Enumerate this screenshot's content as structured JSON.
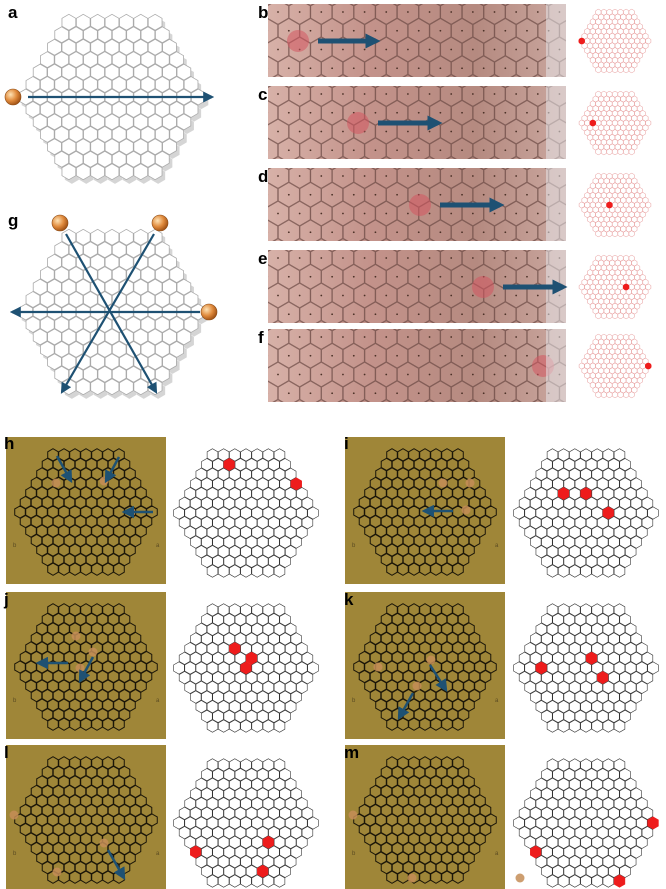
{
  "figure": {
    "panel_labels": {
      "a": "a",
      "b": "b",
      "c": "c",
      "d": "d",
      "e": "e",
      "f": "f",
      "g": "g",
      "h": "h",
      "i": "i",
      "j": "j",
      "k": "k",
      "l": "l",
      "m": "m"
    },
    "photo_corner_labels": [
      "b",
      "a"
    ],
    "colors": {
      "arrow": "#1e5173",
      "sphere": "#e08a3c",
      "active_cell": "#ee1c1c",
      "grid_line": "#9a9a9a",
      "schematic_line": "#333333",
      "photo_wood": "#a88e3e",
      "photo_skin": "#c99a8c"
    },
    "icons": [
      "sphere-icon",
      "arrow-icon",
      "hexagon-cell-icon"
    ]
  }
}
